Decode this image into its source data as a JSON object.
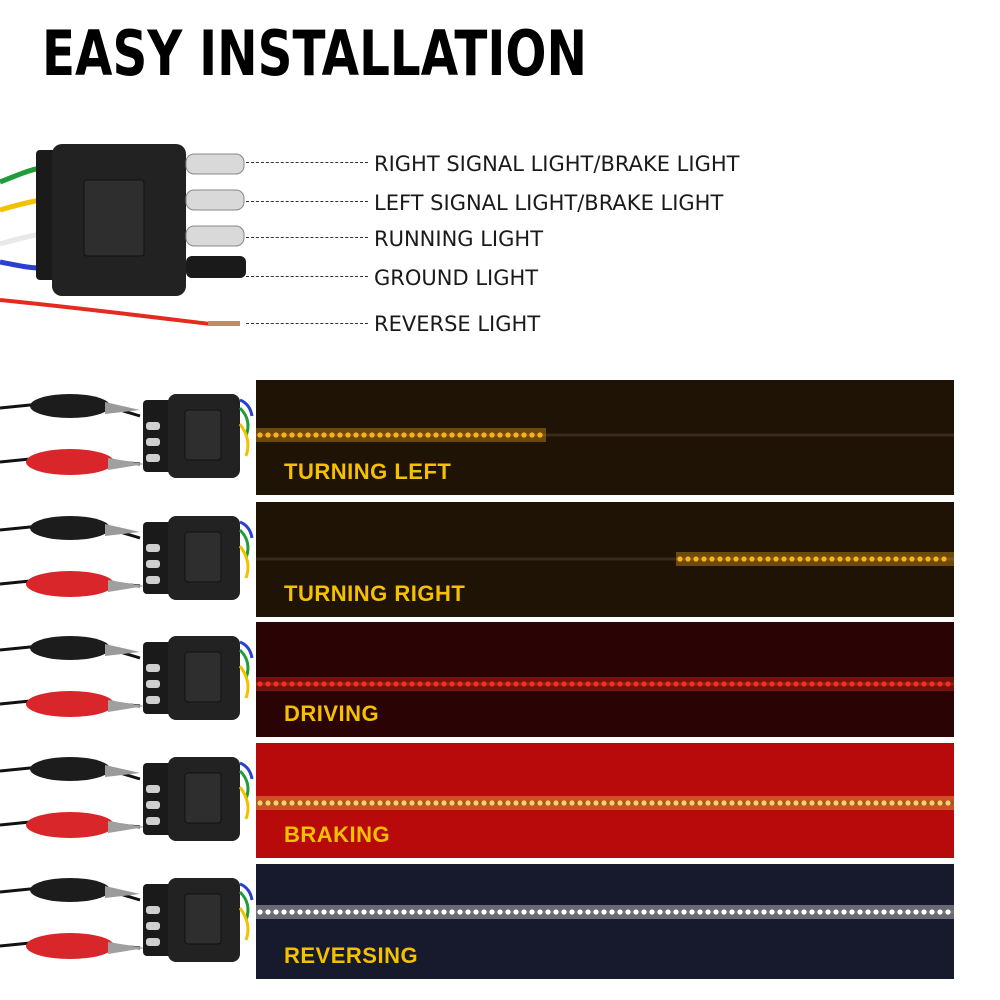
{
  "title": "EASY INSTALLATION",
  "wiring": [
    {
      "label": "RIGHT SIGNAL LIGHT/BRAKE LIGHT",
      "wire_color": "#1f9d3a"
    },
    {
      "label": "LEFT SIGNAL LIGHT/BRAKE LIGHT",
      "wire_color": "#f2c200"
    },
    {
      "label": "RUNNING LIGHT",
      "wire_color": "#ffffff"
    },
    {
      "label": "GROUND LIGHT",
      "wire_color": "#2b3fd0"
    },
    {
      "label": "REVERSE LIGHT",
      "wire_color": "#e52b1f"
    }
  ],
  "modes": [
    {
      "label": "TURNING LEFT",
      "label_color": "#f5c000",
      "bg": "#1e1304",
      "led_color": "#ffb020",
      "lit_segment": "left"
    },
    {
      "label": "TURNING RIGHT",
      "label_color": "#f5c000",
      "bg": "#1e1304",
      "led_color": "#ffb020",
      "lit_segment": "right"
    },
    {
      "label": "DRIVING",
      "label_color": "#f5c000",
      "bg": "#2a0404",
      "led_color": "#ff2a20",
      "lit_segment": "full"
    },
    {
      "label": "BRAKING",
      "label_color": "#f5c000",
      "bg": "#b80a0a",
      "led_color": "#ffd060",
      "lit_segment": "full"
    },
    {
      "label": "REVERSING",
      "label_color": "#f5c000",
      "bg": "#161a2c",
      "led_color": "#ffffff",
      "lit_segment": "full"
    }
  ]
}
